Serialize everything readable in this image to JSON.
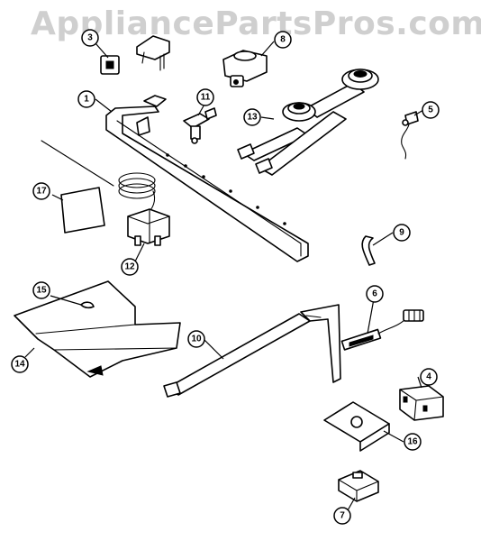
{
  "watermark": "AppliancePartsPros.com",
  "callouts": {
    "c1": "1",
    "c3": "3",
    "c4": "4",
    "c5": "5",
    "c6": "6",
    "c7": "7",
    "c8": "8",
    "c9": "9",
    "c10": "10",
    "c11": "11",
    "c12": "12",
    "c13": "13",
    "c14": "14",
    "c15": "15",
    "c16": "16",
    "c17": "17"
  }
}
